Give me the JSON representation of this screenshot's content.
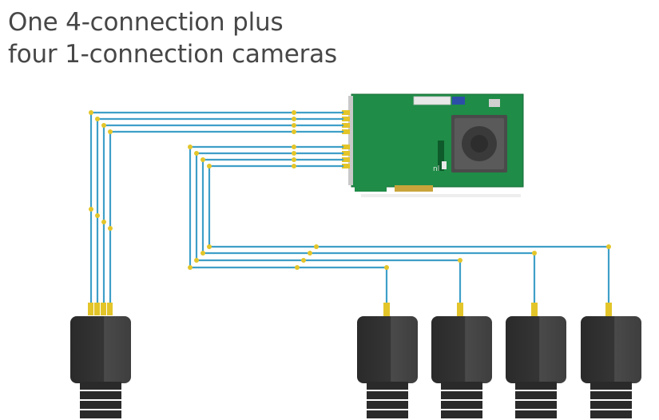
{
  "title": {
    "line1": "One 4-connection plus",
    "line2": "four 1-connection cameras"
  },
  "colors": {
    "cable": "#3f9fc8",
    "connector": "#e3c52a",
    "board": "#1f8c47",
    "camera": "#2f2f2f",
    "text": "#474747"
  },
  "components": {
    "frame_grabber_icon": "pcie-frame-grabber-icon",
    "camera_icon": "camera-icon",
    "four_connection_camera_count": 1,
    "one_connection_camera_count": 4
  }
}
